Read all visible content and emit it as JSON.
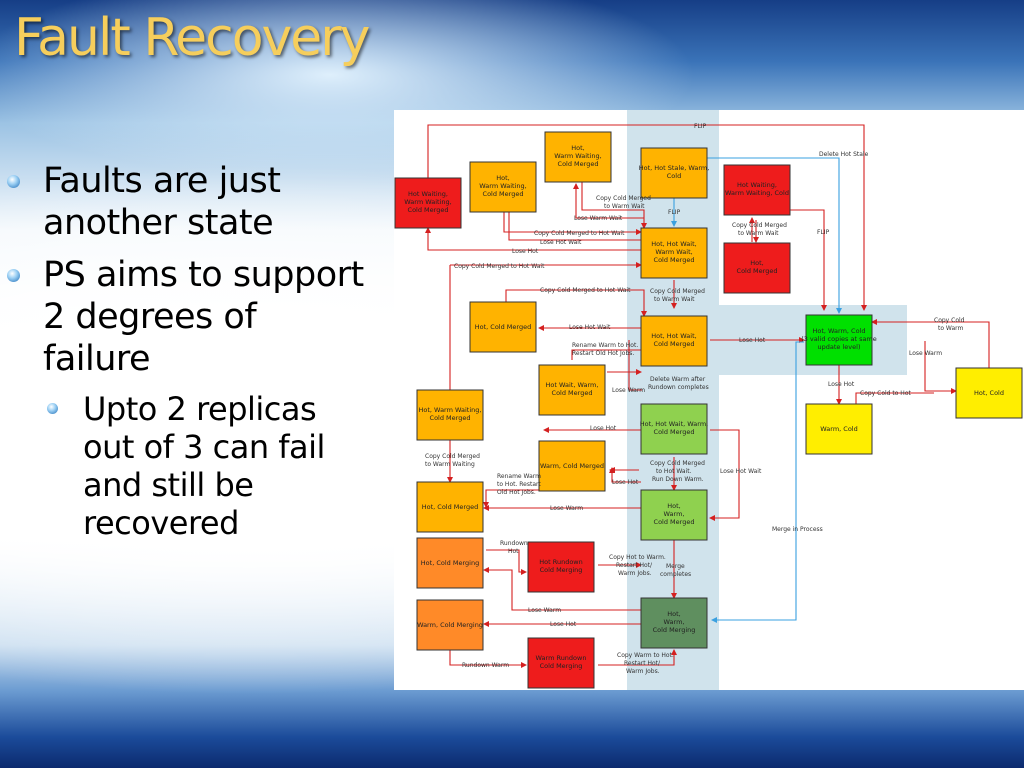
{
  "slide": {
    "title": "Fault Recovery",
    "bullets": [
      {
        "line1": "Faults are just",
        "line2": "another state"
      },
      {
        "line1": "PS aims to support",
        "line2": "2 degrees of",
        "line3": "failure"
      }
    ],
    "sub_bullet": {
      "line1": "Upto 2 replicas",
      "line2": "out of 3 can fail",
      "line3": "and still be",
      "line4": "recovered"
    }
  },
  "colors": {
    "red": "#ee1c1c",
    "orange": "#ffb300",
    "yellow": "#ffee00",
    "green": "#00e000",
    "lightgreen": "#8fd14f",
    "darkgreen": "#5f8f5f",
    "band": "#d0e3ec",
    "red_edge": "#d42020",
    "blue_edge": "#3aa0e0"
  },
  "diagram": {
    "nodes": {
      "hot_waiting_warm_waiting_cold_merged": {
        "l1": "Hot Waiting,",
        "l2": "Warm Waiting,",
        "l3": "Cold Merged"
      },
      "hot_warm_waiting_cold_merged": {
        "l1": "Hot,",
        "l2": "Warm Waiting,",
        "l3": "Cold Merged"
      },
      "hot_warm_waiting_cold_merged_top": {
        "l1": "Hot,",
        "l2": "Warm Waiting,",
        "l3": "Cold Merged"
      },
      "hot_hot_stale_warm_cold": {
        "l1": "Hot, Hot Stale, Warm,",
        "l2": "Cold"
      },
      "hot_waiting_warm_waiting_cold": {
        "l1": "Hot Waiting,",
        "l2": "Warm Waiting, Cold"
      },
      "hot_hot_wait_warm_wait_cold_merged": {
        "l1": "Hot, Hot Wait,",
        "l2": "Warm Wait,",
        "l3": "Cold Merged"
      },
      "hot_cold_merged_red": {
        "l1": "Hot,",
        "l2": "Cold Merged"
      },
      "hot_cold_merged_mid": {
        "l1": "Hot, Cold Merged"
      },
      "hot_hot_wait_cold_merged": {
        "l1": "Hot, Hot Wait,",
        "l2": "Cold Merged"
      },
      "hot_warm_cold_valid": {
        "l1": "Hot, Warm, Cold",
        "l2": "(3 valid copies at same",
        "l3": "update level)"
      },
      "hot_cold_yellow": {
        "l1": "Hot, Cold"
      },
      "hot_wait_warm_cold_merged": {
        "l1": "Hot Wait, Warm,",
        "l2": "Cold Merged"
      },
      "hot_warm_waiting_cold_merged_left": {
        "l1": "Hot, Warm Waiting,",
        "l2": "Cold Merged"
      },
      "hot_hot_wait_warm_cold_merged": {
        "l1": "Hot, Hot Wait, Warm,",
        "l2": "Cold Merged"
      },
      "warm_cold_yellow": {
        "l1": "Warm, Cold"
      },
      "warm_cold_merged": {
        "l1": "Warm, Cold Merged"
      },
      "hot_cold_merged_left": {
        "l1": "Hot, Cold Merged"
      },
      "hot_warm_cold_merged": {
        "l1": "Hot,",
        "l2": "Warm,",
        "l3": "Cold Merged"
      },
      "hot_cold_merging": {
        "l1": "Hot, Cold Merging"
      },
      "hot_rundown_cold_merging": {
        "l1": "Hot Rundown",
        "l2": "Cold Merging"
      },
      "hot_warm_cold_merging": {
        "l1": "Hot,",
        "l2": "Warm,",
        "l3": "Cold Merging"
      },
      "warm_cold_merging": {
        "l1": "Warm, Cold Merging"
      },
      "warm_rundown_cold_merging": {
        "l1": "Warm Rundown",
        "l2": "Cold Merging"
      }
    },
    "edges": {
      "flip_top": "FLIP",
      "delete_hot_stale": "Delete Hot Stale",
      "copy_cold_merged_to_warm_wait_1": {
        "l1": "Copy Cold Merged",
        "l2": "to Warm Wait"
      },
      "flip_mid": "FLIP",
      "lose_warm_wait": "Lose Warm Wait",
      "copy_cold_merged_to_hot_wait_1": "Copy Cold Merged to Hot Wait",
      "lose_hot_wait_1": "Lose Hot Wait",
      "lose_hot_1": "Lose Hot",
      "copy_cold_merged_to_warm_wait_right": {
        "l1": "Copy Cold Merged",
        "l2": "to Warm Wait"
      },
      "flip_right": "FLIP",
      "copy_cold_merged_to_hot_wait_2": "Copy Cold Merged to Hot Wait",
      "copy_cold_merged_to_hot_wait_3": "Copy Cold Merged to Hot Wait",
      "copy_cold_merged_to_warm_wait_2": {
        "l1": "Copy Cold Merged",
        "l2": "to Warm Wait"
      },
      "copy_cold_to_warm": {
        "l1": "Copy Cold",
        "l2": "to Warm"
      },
      "lose_hot_wait_2": "Lose Hot Wait",
      "lose_hot_2": "Lose Hot",
      "lose_warm_1": "Lose Warm",
      "rename_warm_to_hot": {
        "l1": "Rename Warm to Hot.",
        "l2": "Restart Old Hot Jobs."
      },
      "lose_hot_3": "Lose Hot",
      "copy_cold_to_hot": "Copy Cold to Hot",
      "lose_warm_2": "Lose Warm",
      "delete_warm_after_rundown": {
        "l1": "Delete Warm after",
        "l2": "Rundown completes"
      },
      "lose_hot_4": "Lose Hot",
      "copy_cold_merged_to_warm_waiting": {
        "l1": "Copy Cold Merged",
        "l2": "to Warm Waiting"
      },
      "copy_cold_merged_to_hot_wait_run_down": {
        "l1": "Copy Cold Merged",
        "l2": "to Hot Wait.",
        "l3": "Run Down Warm."
      },
      "lose_hot_wait_3": "Lose Hot Wait",
      "rename_warm_to_hot_2": {
        "l1": "Rename Warm",
        "l2": "to Hot. Restart",
        "l3": "Old Hot Jobs."
      },
      "lose_hot_5": "Lose Hot",
      "lose_warm_3": "Lose Warm",
      "merge_in_process": "Merge in Process",
      "rundown_hot": {
        "l1": "Rundown",
        "l2": "Hot"
      },
      "copy_hot_to_warm": {
        "l1": "Copy Hot to Warm.",
        "l2": "Restart Hot/",
        "l3": "Warm Jobs."
      },
      "merge_completes": {
        "l1": "Merge",
        "l2": "completes"
      },
      "lose_warm_4": "Lose Warm",
      "lose_hot_6": "Lose Hot",
      "rundown_warm": "Rundown Warm",
      "copy_warm_to_hot": {
        "l1": "Copy Warm to Hot.",
        "l2": "Restart Hot/",
        "l3": "Warm Jobs."
      }
    }
  }
}
